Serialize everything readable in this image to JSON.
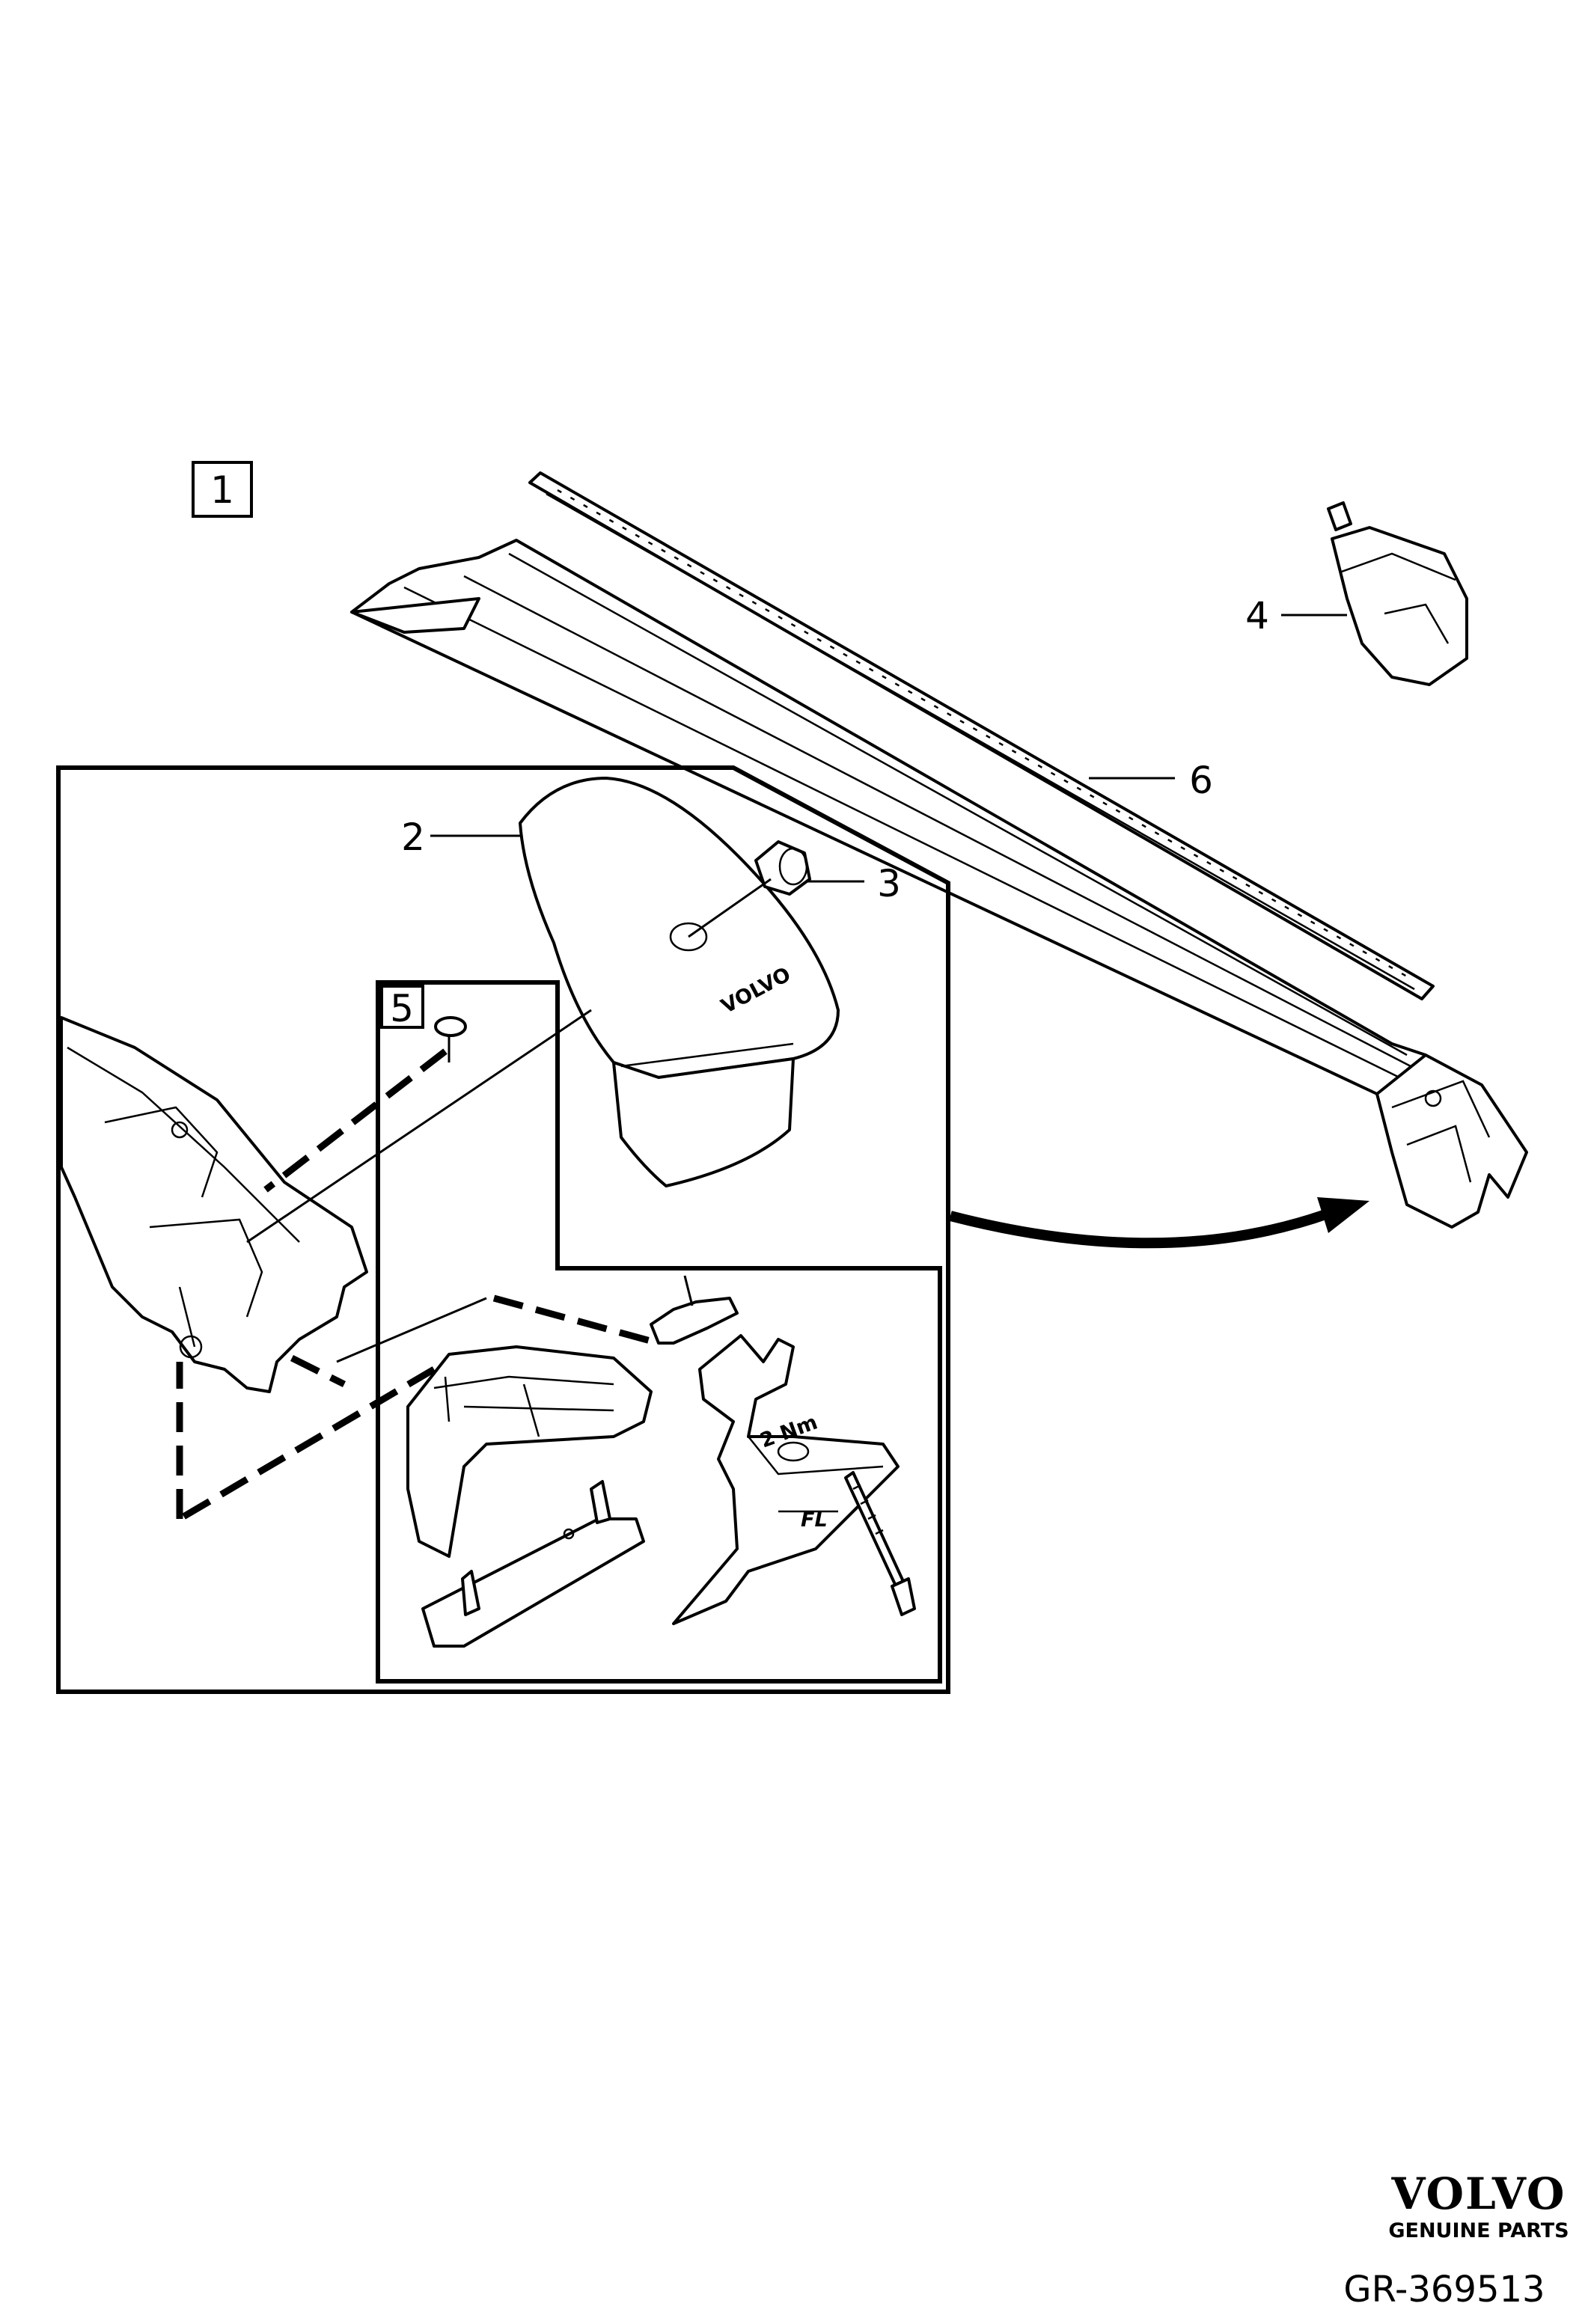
{
  "callouts": {
    "group": "1",
    "cover": "2",
    "lock_cylinder": "3",
    "key": "4",
    "fitting_kit": "5",
    "rubber_strip": "6"
  },
  "parts_text": {
    "cover_logo": "VOLVO",
    "torque": "2 Nm",
    "side_mark": "FL"
  },
  "footer": {
    "brand": "VOLVO",
    "tagline": "GENUINE PARTS",
    "reference": "GR-369513"
  }
}
